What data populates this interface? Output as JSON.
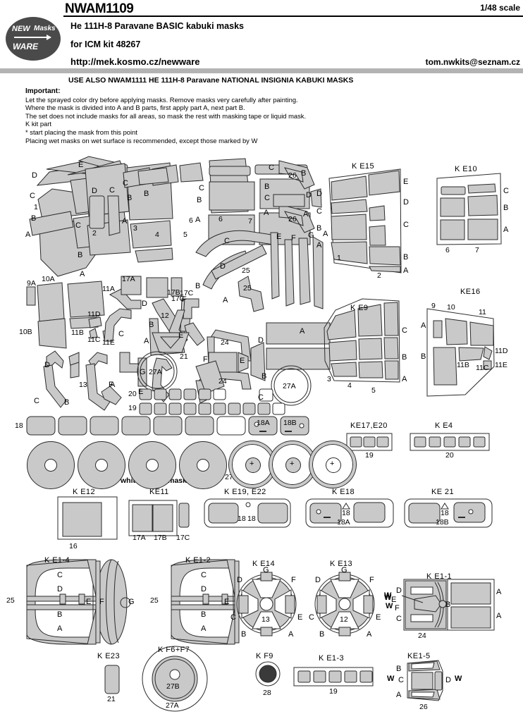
{
  "header": {
    "product_code": "NWAM1109",
    "scale": "1/48 scale",
    "subject": "He 111H-8 Paravane BASIC  kabuki masks",
    "kit_line": "for ICM kit 48267",
    "url": "http://mek.kosmo.cz/newware",
    "email": "tom.nwkits@seznam.cz",
    "logo_new": "NEW",
    "logo_masks": "Masks",
    "logo_ware": "WARE",
    "use_also": "USE ALSO NWAM1111 HE 111H-8 Paravane NATIONAL INSIGNIA KABUKI MASKS"
  },
  "important": {
    "heading": "Important:",
    "lines": [
      "Let the sprayed color dry before applying masks. Remove masks very carefully after painting.",
      "Where the mask is divided into A and B parts, first apply part A, next part B.",
      "The set does not include masks for all areas, so mask the rest with masking tape or liquid mask.",
      "K kit part",
      "* start placing the mask from this point",
      "Placing wet masks on wet surface is recommended, except those marked by  W"
    ]
  },
  "notes": {
    "white_spare": "white - spare masks"
  },
  "groups": [
    {
      "id": "KE15",
      "title": "K E15",
      "numbers": [
        "1",
        "2"
      ],
      "letters": [
        "E",
        "D",
        "C",
        "B",
        "A"
      ]
    },
    {
      "id": "KE10",
      "title": "K E10",
      "numbers": [
        "6",
        "7"
      ],
      "letters": [
        "C",
        "B",
        "A"
      ]
    },
    {
      "id": "KE9",
      "title": "K E9",
      "numbers": [
        "3",
        "4",
        "5"
      ],
      "letters": [
        "C",
        "B",
        "A"
      ]
    },
    {
      "id": "KE16",
      "title": "KE16",
      "numbers": [
        "9",
        "10",
        "11",
        "11B",
        "11C",
        "11D",
        "11E"
      ],
      "letters": [
        "A",
        "B"
      ]
    },
    {
      "id": "KE17E20",
      "title": "KE17,E20",
      "numbers": [
        "19"
      ],
      "letters": []
    },
    {
      "id": "KE4",
      "title": "K E4",
      "numbers": [
        "20"
      ],
      "letters": []
    },
    {
      "id": "KE12",
      "title": "K E12",
      "numbers": [
        "16"
      ],
      "letters": []
    },
    {
      "id": "KE11",
      "title": "KE11",
      "numbers": [
        "17A",
        "17B",
        "17C"
      ],
      "letters": []
    },
    {
      "id": "KE19E22",
      "title": "K E19, E22",
      "numbers": [
        "18",
        "18"
      ],
      "letters": []
    },
    {
      "id": "KE18",
      "title": "K E18",
      "numbers": [
        "18",
        "18A"
      ],
      "letters": []
    },
    {
      "id": "KE21",
      "title": "KE 21",
      "numbers": [
        "18",
        "18B"
      ],
      "letters": []
    },
    {
      "id": "KE1-4",
      "title": "K E1-4",
      "numbers": [
        "25"
      ],
      "letters": [
        "C",
        "D",
        "B",
        "A",
        "E",
        "F",
        "G"
      ]
    },
    {
      "id": "KE1-2",
      "title": "K E1-2",
      "numbers": [
        "25"
      ],
      "letters": [
        "C",
        "D",
        "B",
        "A",
        "E"
      ]
    },
    {
      "id": "KE14",
      "title": "K E14",
      "numbers": [
        "13"
      ],
      "letters": [
        "G",
        "D",
        "F",
        "C",
        "E",
        "B",
        "A"
      ]
    },
    {
      "id": "KE13",
      "title": "K E13",
      "numbers": [
        "12"
      ],
      "letters": [
        "G",
        "D",
        "F",
        "C",
        "E",
        "B",
        "A"
      ]
    },
    {
      "id": "KE1-1",
      "title": "K E1-1",
      "numbers": [
        "24"
      ],
      "letters": [
        "D",
        "E",
        "F",
        "C",
        "B",
        "A",
        "A"
      ]
    },
    {
      "id": "KE23",
      "title": "K E23",
      "numbers": [
        "21"
      ],
      "letters": []
    },
    {
      "id": "KF6F7",
      "title": "K F6+F7",
      "numbers": [
        "27B",
        "27A"
      ],
      "letters": []
    },
    {
      "id": "KF9",
      "title": "K F9",
      "numbers": [
        "28"
      ],
      "letters": []
    },
    {
      "id": "KE1-3",
      "title": "K E1-3",
      "numbers": [
        "19"
      ],
      "letters": []
    },
    {
      "id": "KE1-5",
      "title": "KE1-5",
      "numbers": [
        "26"
      ],
      "letters": [
        "B",
        "C",
        "D",
        "A"
      ]
    }
  ],
  "titles": {
    "ke15": "K E15",
    "ke10": "K E10",
    "ke9": "K E9",
    "ke16": "KE16",
    "ke17e20": "KE17,E20",
    "ke4": "K E4",
    "ke12": "K E12",
    "ke11": "KE11",
    "ke19e22": "K E19, E22",
    "ke18": "K E18",
    "ke21": "KE 21",
    "ke1_4": "K E1-4",
    "ke1_2": "K E1-2",
    "ke14": "K E14",
    "ke13": "K E13",
    "ke1_1": "K E1-1",
    "ke23": "K E23",
    "kf6f7": "K F6+F7",
    "kf9": "K F9",
    "ke1_3": "K E1-3",
    "ke1_5": "KE1-5"
  },
  "sheet_labels": {
    "a": "A",
    "b": "B",
    "c": "C",
    "d": "D",
    "e": "E",
    "f": "F",
    "g": "G",
    "n1": "1",
    "n2": "2",
    "n3": "3",
    "n4": "4",
    "n5": "5",
    "n6": "6",
    "n7": "7",
    "n9A": "9A",
    "n10A": "10A",
    "n10B": "10B",
    "n11A": "11A",
    "n11B": "11B",
    "n11C": "11C",
    "n11D": "11D",
    "n11E": "11E",
    "n12": "12",
    "n13": "13",
    "n16": "16",
    "n17A": "17A",
    "n17B": "17B",
    "n17C": "17C",
    "n18": "18",
    "n18A": "18A",
    "n18B": "18B",
    "n19": "19",
    "n20": "20",
    "n21": "21",
    "n24": "24",
    "n25": "25",
    "n26": "26",
    "n27A": "27A",
    "n27B": "27B",
    "n28": "28",
    "n9": "9",
    "n10": "10",
    "n11": "11",
    "wmark": "W"
  }
}
